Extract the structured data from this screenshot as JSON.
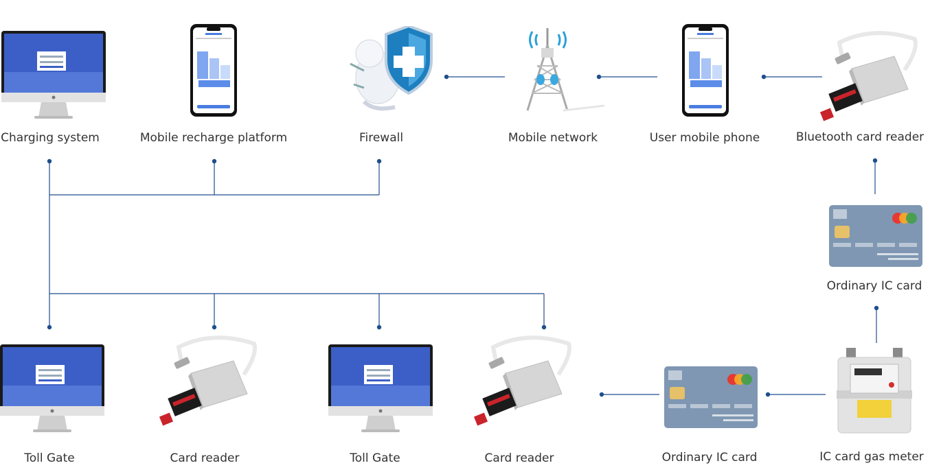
{
  "colors": {
    "line": "#1f4e8c",
    "dot": "#1f4e8c",
    "label": "#333333"
  },
  "nodes": {
    "charging_system": {
      "label": "Charging system",
      "icon": "imac-monitor-icon"
    },
    "mobile_platform": {
      "label": "Mobile recharge platform",
      "icon": "smartphone-icon"
    },
    "firewall": {
      "label": "Firewall",
      "icon": "shield-firewall-icon"
    },
    "mobile_network": {
      "label": "Mobile network",
      "icon": "signal-tower-icon"
    },
    "user_phone": {
      "label": "User mobile phone",
      "icon": "smartphone-icon"
    },
    "bt_reader": {
      "label": "Bluetooth card reader",
      "icon": "card-reader-icon"
    },
    "ic_card_right": {
      "label": "Ordinary IC card",
      "icon": "ic-card-icon"
    },
    "gas_meter": {
      "label": "IC card gas meter",
      "icon": "gas-meter-icon"
    },
    "ic_card_bottom": {
      "label": "Ordinary IC card",
      "icon": "ic-card-icon"
    },
    "toll_gate_1": {
      "label": "Toll Gate",
      "icon": "imac-monitor-icon"
    },
    "card_reader_1": {
      "label": "Card reader",
      "icon": "card-reader-icon"
    },
    "toll_gate_2": {
      "label": "Toll Gate",
      "icon": "imac-monitor-icon"
    },
    "card_reader_2": {
      "label": "Card reader",
      "icon": "card-reader-icon"
    }
  }
}
